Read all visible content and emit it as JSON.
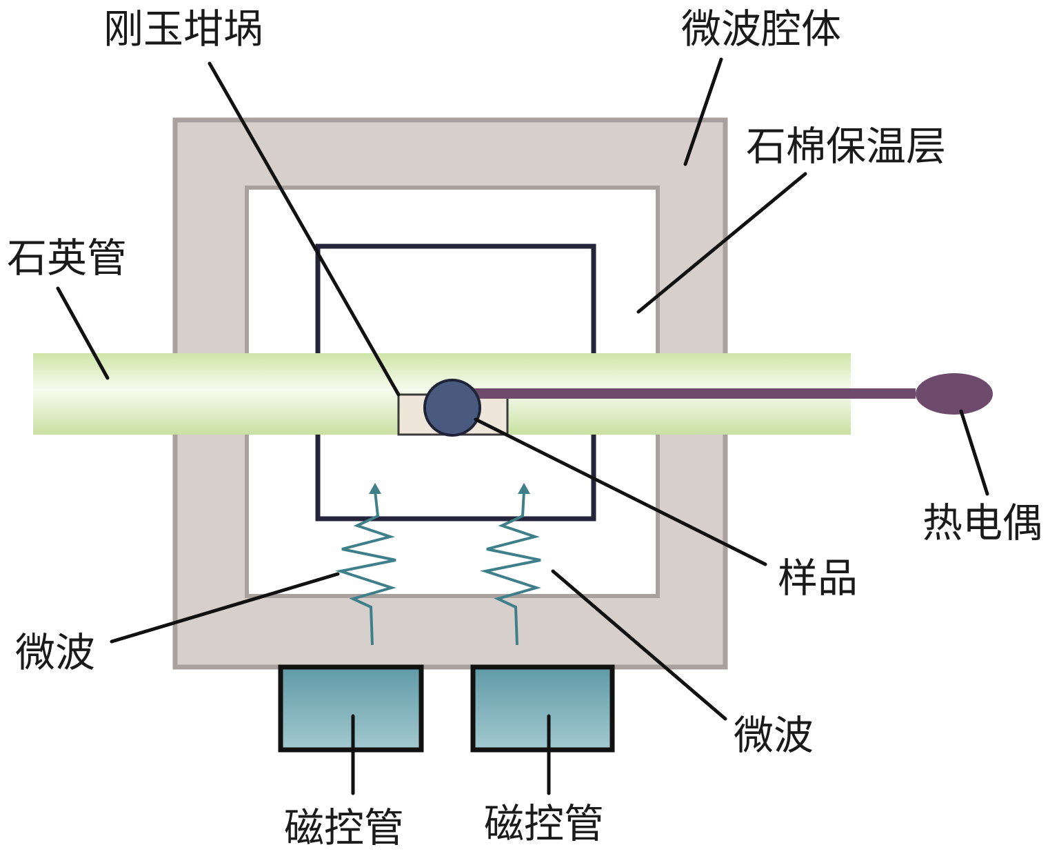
{
  "labels": {
    "corundum_crucible": "刚玉坩埚",
    "microwave_cavity": "微波腔体",
    "asbestos_insulation": "石棉保温层",
    "quartz_tube": "石英管",
    "thermocouple": "热电偶",
    "sample": "样品",
    "microwave_left": "微波",
    "microwave_right": "微波",
    "magnetron_left": "磁控管",
    "magnetron_right": "磁控管"
  },
  "colors": {
    "cavity_fill": "#d6cfcc",
    "cavity_border": "#a9a19e",
    "quartz_light": "#f4fbe9",
    "quartz_mid": "#ddeec6",
    "quartz_dark": "#c7df9d",
    "chamber_border": "#26243a",
    "sample": "#4a5a7e",
    "thermocouple": "#6e4a6c",
    "wave": "#3f7f8a",
    "magnetron_top": "#5f9ca8",
    "magnetron_bottom": "#9cc5cd",
    "crucible": "#eee6da"
  }
}
